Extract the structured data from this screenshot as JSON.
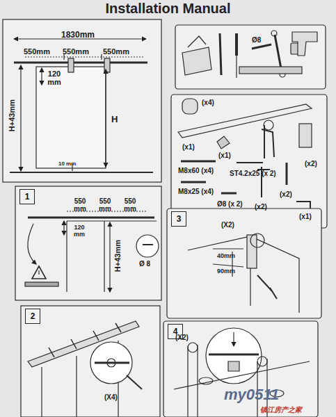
{
  "diagram": {
    "title": "Installation Manual",
    "nodes": [
      {
        "text": [
          "1"
        ]
      },
      {
        "text": [
          "2"
        ]
      },
      {
        "text": [
          "3"
        ]
      },
      {
        "text": [
          "4"
        ]
      }
    ],
    "labels": [
      "1830mm",
      "550mm",
      "550mm",
      "550mm",
      "120 mm",
      "H+43mm",
      "H",
      "10 mm",
      "550 mm",
      "550 mm",
      "550 mm",
      "120 mm",
      "H+43mm",
      "Ø 8",
      "(X4)",
      "Ø8",
      "(x4)",
      "(x1)",
      "(x1)",
      "M8x60 (x4)",
      "ST4.2x25 (x 2)",
      "M8x25 (x4)",
      "Ø8 (x 2)",
      "(x2)",
      "(x2)",
      "(x2)",
      "(x1)",
      "(X2)",
      "40mm",
      "90mm",
      "(X2)",
      "my0511",
      "镇江房产之家"
    ]
  }
}
